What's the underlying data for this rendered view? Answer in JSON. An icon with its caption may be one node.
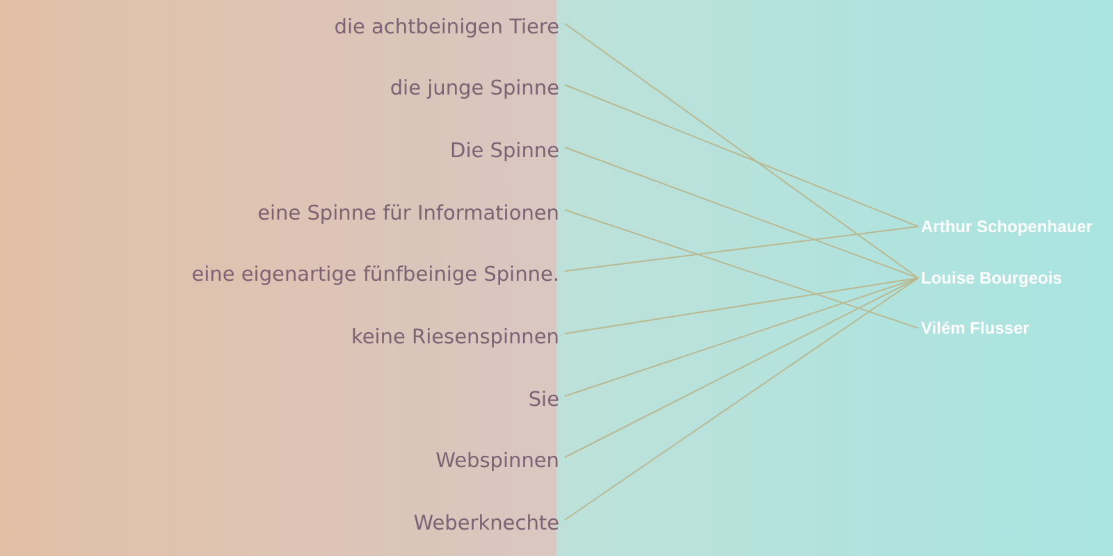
{
  "diagram": {
    "nodes": [
      {
        "text": [
          "die achtbeinigen Tiere"
        ]
      },
      {
        "text": [
          "die junge Spinne"
        ]
      },
      {
        "text": [
          "Die Spinne"
        ]
      },
      {
        "text": [
          "eine Spinne für Informationen"
        ]
      },
      {
        "text": [
          "eine eigenartige fünfbeinige Spinne."
        ]
      },
      {
        "text": [
          "keine Riesenspinnen"
        ]
      },
      {
        "text": [
          "Sie"
        ]
      },
      {
        "text": [
          "Webspinnen"
        ]
      },
      {
        "text": [
          "Weberknechte"
        ]
      },
      {
        "text": [
          "Arthur Schopenhauer"
        ]
      },
      {
        "text": [
          "Louise Bourgeois"
        ]
      },
      {
        "text": [
          "Vilém Flusser"
        ]
      }
    ],
    "edges": [
      {
        "from": 0,
        "to": 10,
        "arrow": "none"
      },
      {
        "from": 1,
        "to": 9,
        "arrow": "none"
      },
      {
        "from": 2,
        "to": 10,
        "arrow": "none"
      },
      {
        "from": 3,
        "to": 11,
        "arrow": "none"
      },
      {
        "from": 4,
        "to": 9,
        "arrow": "none"
      },
      {
        "from": 5,
        "to": 10,
        "arrow": "none"
      },
      {
        "from": 6,
        "to": 10,
        "arrow": "none"
      },
      {
        "from": 7,
        "to": 10,
        "arrow": "none"
      },
      {
        "from": 8,
        "to": 10,
        "arrow": "none"
      }
    ]
  }
}
